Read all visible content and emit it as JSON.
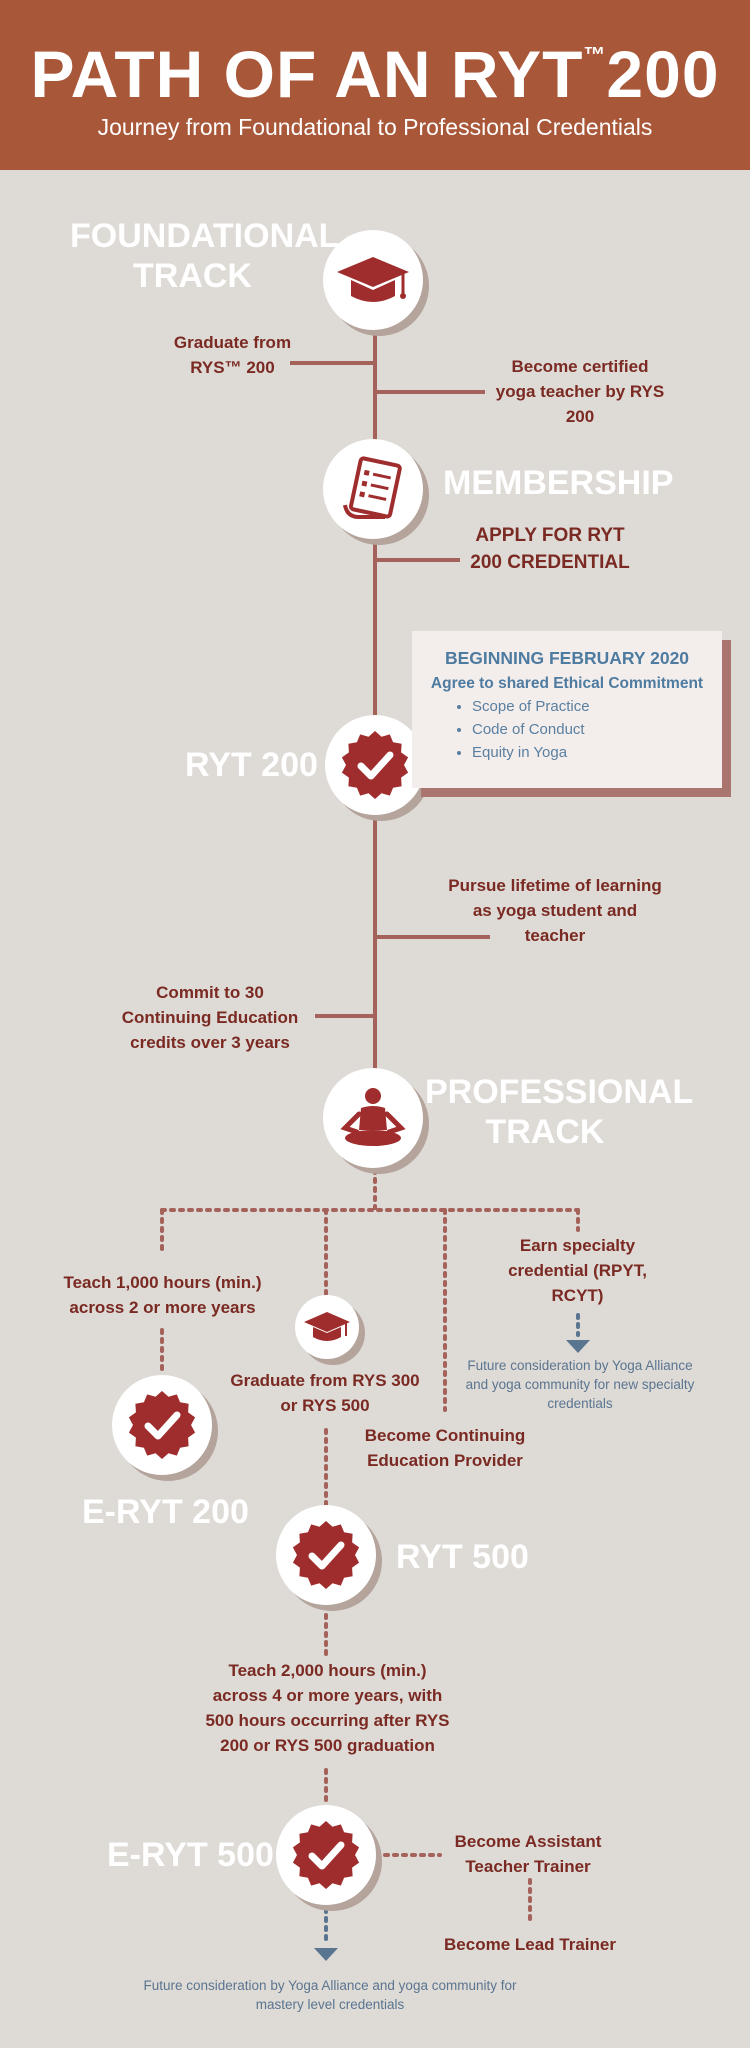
{
  "header": {
    "title": "PATH OF AN RYT",
    "title_tm": "™",
    "title_num": "200",
    "subtitle": "Journey from Foundational to Professional Credentials"
  },
  "colors": {
    "header": "#a95739",
    "background": "#dedad6",
    "accent": "#a02d2e",
    "line": "#a5625a",
    "note": "#5a7590"
  },
  "stages": {
    "foundational": "FOUNDATIONAL TRACK",
    "membership": "MEMBERSHIP",
    "ryt200": "RYT 200",
    "professional": "PROFESSIONAL TRACK",
    "eryt200": "E-RYT 200",
    "ryt500": "RYT 500",
    "eryt500": "E-RYT 500"
  },
  "steps": {
    "graduate_rys200": "Graduate from RYS™ 200",
    "certified": "Become certified yoga teacher by RYS 200",
    "apply": "APPLY FOR RYT 200 CREDENTIAL",
    "lifetime": "Pursue lifetime of learning as yoga student and teacher",
    "commit": "Commit to 30 Continuing Education credits over 3 years",
    "teach1000": "Teach 1,000 hours (min.) across 2 or more years",
    "graduate_300": "Graduate from RYS 300 or RYS 500",
    "cep": "Become Continuing Education Provider",
    "specialty": "Earn specialty credential (RPYT, RCYT)",
    "teach2000": "Teach 2,000 hours (min.) across 4 or more years, with 500 hours occurring after RYS 200 or RYS 500 graduation",
    "assistant": "Become Assistant Teacher Trainer",
    "lead": "Become Lead Trainer"
  },
  "ethics_box": {
    "heading": "BEGINNING FEBRUARY 2020",
    "subheading": "Agree to shared Ethical Commitment",
    "items": [
      "Scope of Practice",
      "Code of Conduct",
      "Equity in Yoga"
    ]
  },
  "notes": {
    "specialty_future": "Future consideration by Yoga Alliance and yoga community for new specialty credentials",
    "mastery_future": "Future consideration by Yoga Alliance and yoga community for mastery level credentials"
  },
  "icons": [
    "graduation-cap-icon",
    "document-scroll-icon",
    "check-badge-icon",
    "meditation-figure-icon"
  ]
}
